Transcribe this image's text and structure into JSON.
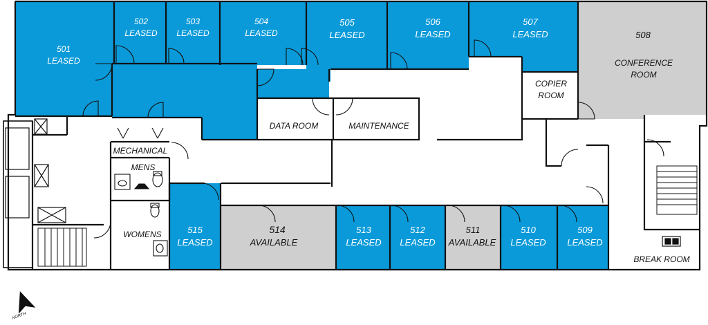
{
  "colors": {
    "leased": "#0a9ad9",
    "available": "#cfcfcf",
    "wall": "#111111",
    "background": "#ffffff"
  },
  "units": [
    {
      "number": "501",
      "status": "LEASED"
    },
    {
      "number": "502",
      "status": "LEASED"
    },
    {
      "number": "503",
      "status": "LEASED"
    },
    {
      "number": "504",
      "status": "LEASED"
    },
    {
      "number": "505",
      "status": "LEASED"
    },
    {
      "number": "506",
      "status": "LEASED"
    },
    {
      "number": "507",
      "status": "LEASED"
    },
    {
      "number": "508",
      "name": "CONFERENCE ROOM"
    },
    {
      "number": "509",
      "status": "LEASED"
    },
    {
      "number": "510",
      "status": "LEASED"
    },
    {
      "number": "511",
      "status": "AVAILABLE"
    },
    {
      "number": "512",
      "status": "LEASED"
    },
    {
      "number": "513",
      "status": "LEASED"
    },
    {
      "number": "514",
      "status": "AVAILABLE"
    },
    {
      "number": "515",
      "status": "LEASED"
    }
  ],
  "rooms": {
    "conference_line1": "CONFERENCE",
    "conference_line2": "ROOM",
    "copier_line1": "COPIER",
    "copier_line2": "ROOM",
    "data_room": "DATA ROOM",
    "maintenance": "MAINTENANCE",
    "mechanical": "MECHANICAL",
    "mens": "MENS",
    "womens": "WOMENS",
    "break_room": "BREAK ROOM"
  },
  "compass": {
    "label": "NORTH",
    "icon": "north-arrow-icon"
  }
}
